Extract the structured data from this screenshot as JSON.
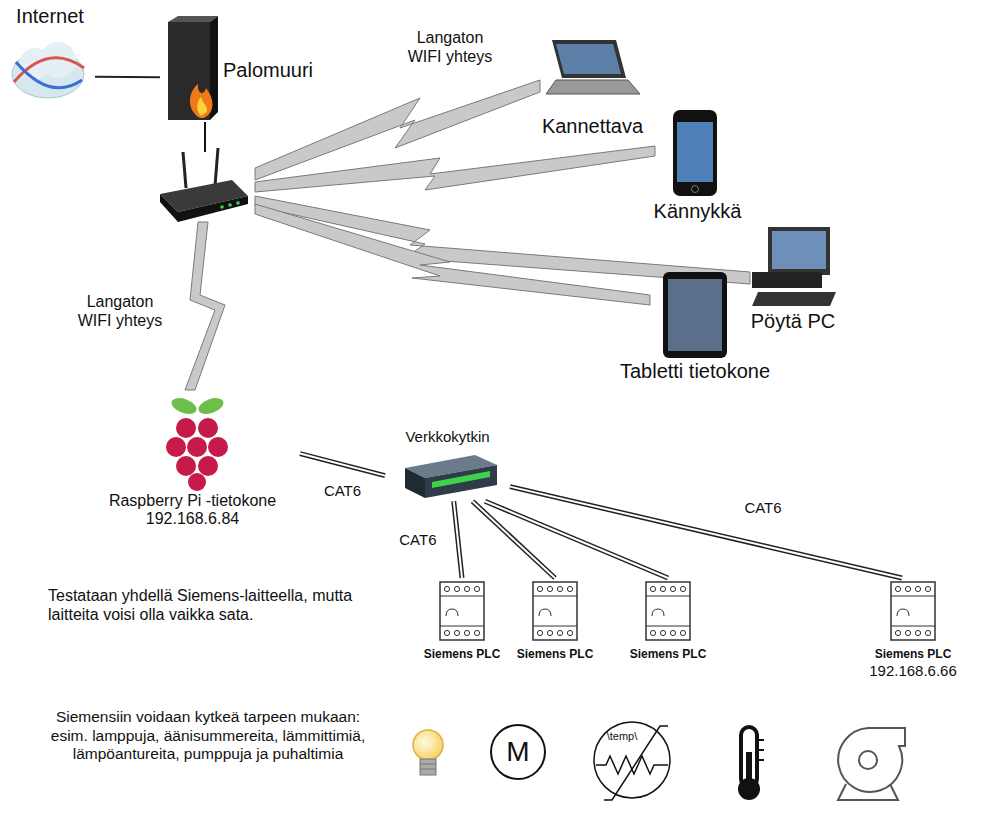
{
  "diagram": {
    "nodes": [
      {
        "text": [
          "Internet"
        ]
      },
      {
        "text": [
          "Palomuuri"
        ]
      },
      {
        "text": [
          "Kannettava"
        ]
      },
      {
        "text": [
          "Kännykkä"
        ]
      },
      {
        "text": [
          "Pöytä PC"
        ]
      },
      {
        "text": [
          "Tabletti tietokone"
        ]
      },
      {
        "text": [
          "Raspberry Pi -tietokone",
          "192.168.6.84"
        ]
      },
      {
        "text": [
          "Verkkokytkin"
        ]
      },
      {
        "text": [
          "Siemens PLC"
        ]
      },
      {
        "text": [
          "Siemens PLC"
        ]
      },
      {
        "text": [
          "Siemens PLC"
        ]
      },
      {
        "text": [
          "Siemens PLC",
          "192.168.6.66"
        ]
      }
    ],
    "edges": [
      {
        "from": 0,
        "to": 1,
        "arrow": "none"
      },
      {
        "from": 6,
        "to": 7,
        "arrow": "none",
        "label": "CAT6"
      },
      {
        "from": 7,
        "to": 8,
        "arrow": "none",
        "label": "CAT6"
      },
      {
        "from": 7,
        "to": 9,
        "arrow": "none"
      },
      {
        "from": 7,
        "to": 10,
        "arrow": "none"
      },
      {
        "from": 7,
        "to": 11,
        "arrow": "none",
        "label": "CAT6"
      }
    ],
    "labels": [
      "Langaton WIFI yhteys",
      "Langaton WIFI yhteys",
      "Testataan yhdellä Siemens-laitteella, mutta laitteita voisi olla vaikka sata.",
      "Siemensiin voidaan kytkeä tarpeen mukaan: esim. lamppuja, äänisummereita, lämmittimiä, lämpöantureita, pumppuja ja puhaltimia",
      "M",
      "\\temp\\"
    ]
  }
}
